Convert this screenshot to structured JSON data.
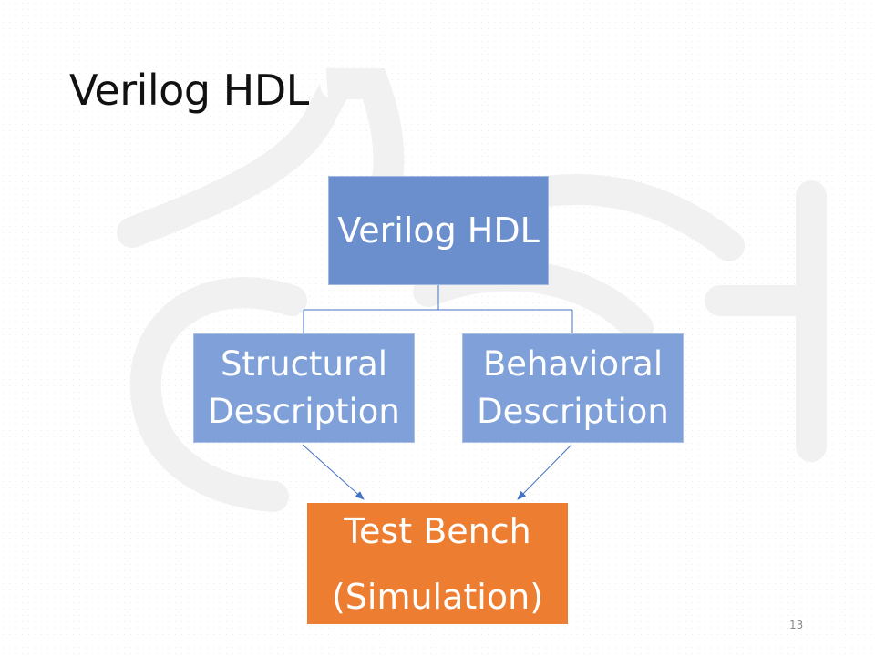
{
  "slide": {
    "title": "Verilog HDL",
    "page_number": "13"
  },
  "diagram": {
    "root": {
      "label": "Verilog HDL"
    },
    "children": [
      {
        "line1": "Structural",
        "line2": "Description"
      },
      {
        "line1": "Behavioral",
        "line2": "Description"
      }
    ],
    "result": {
      "line1": "Test Bench",
      "line2": "(Simulation)"
    }
  },
  "colors": {
    "box_blue": "#6a8fcc",
    "box_blue_light": "#7fa0d8",
    "box_orange": "#ed7d31",
    "connector": "#4472c4",
    "watermark": "#f0f0f0"
  }
}
